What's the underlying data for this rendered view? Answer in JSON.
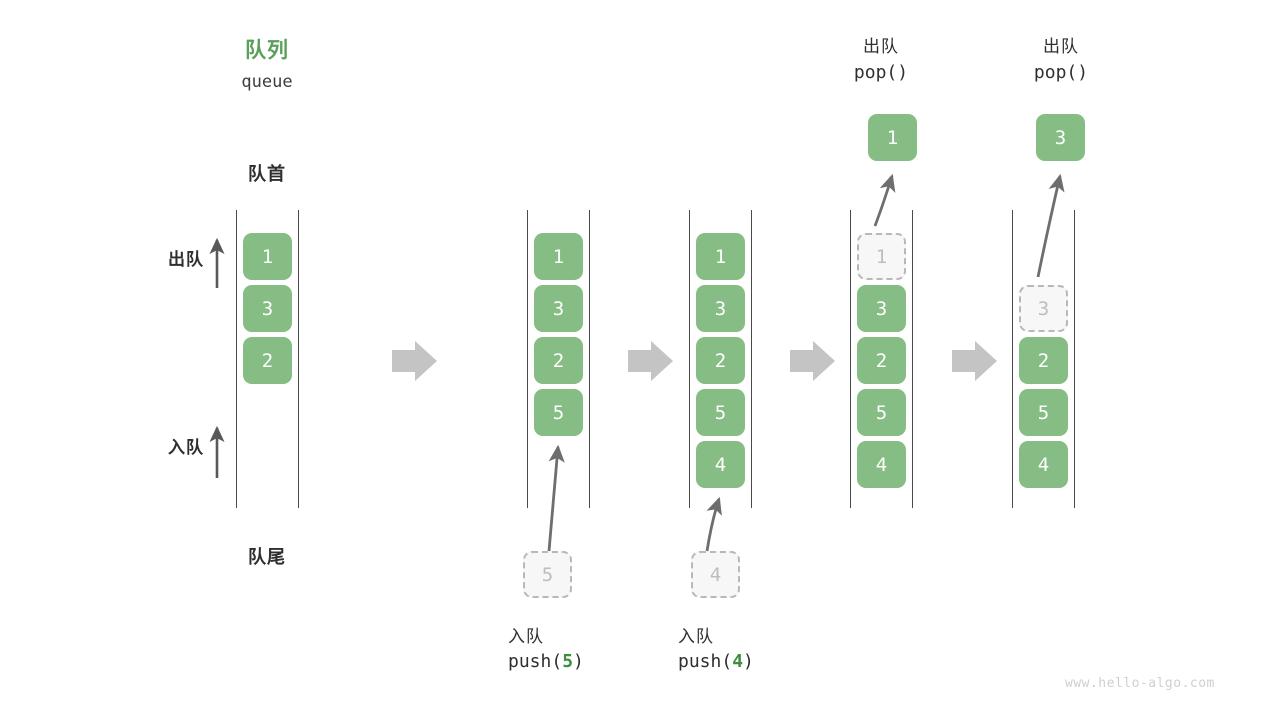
{
  "title": {
    "cn": "队列",
    "en": "queue",
    "color": "#5aa05a"
  },
  "labels": {
    "front": "队首",
    "rear": "队尾",
    "dequeue": "出队",
    "enqueue": "入队"
  },
  "colors": {
    "cell_fill": "#86bd84",
    "cell_text": "#ffffff",
    "ghost_fill": "#f7f7f7",
    "ghost_border": "#b8b8b8",
    "ghost_text": "#bdbdbd",
    "rail": "#4a4a4a",
    "arrow_gray": "#c4c4c4",
    "motion_arrow": "#6e6e6e",
    "accent_green": "#3e8e41",
    "text_dark": "#2f2f2f",
    "watermark": "#cfcfcf"
  },
  "columns": [
    {
      "id": "state-initial",
      "cells": [
        {
          "value": "1",
          "state": "filled"
        },
        {
          "value": "3",
          "state": "filled"
        },
        {
          "value": "2",
          "state": "filled"
        }
      ],
      "top_caption": null,
      "bottom_caption": null,
      "popped_value": null,
      "pushed_value": null
    },
    {
      "id": "state-after-push-5",
      "cells": [
        {
          "value": "1",
          "state": "filled"
        },
        {
          "value": "3",
          "state": "filled"
        },
        {
          "value": "2",
          "state": "filled"
        },
        {
          "value": "5",
          "state": "filled"
        }
      ],
      "top_caption": null,
      "bottom_caption": {
        "line1": "入队",
        "fn": "push(",
        "num": "5",
        "close": ")"
      },
      "pushed_value": "5"
    },
    {
      "id": "state-after-push-4",
      "cells": [
        {
          "value": "1",
          "state": "filled"
        },
        {
          "value": "3",
          "state": "filled"
        },
        {
          "value": "2",
          "state": "filled"
        },
        {
          "value": "5",
          "state": "filled"
        },
        {
          "value": "4",
          "state": "filled"
        }
      ],
      "top_caption": null,
      "bottom_caption": {
        "line1": "入队",
        "fn": "push(",
        "num": "4",
        "close": ")"
      },
      "pushed_value": "4"
    },
    {
      "id": "state-after-pop-1",
      "cells": [
        {
          "value": "1",
          "state": "ghost"
        },
        {
          "value": "3",
          "state": "filled"
        },
        {
          "value": "2",
          "state": "filled"
        },
        {
          "value": "5",
          "state": "filled"
        },
        {
          "value": "4",
          "state": "filled"
        }
      ],
      "top_caption": {
        "line1": "出队",
        "line2": "pop()"
      },
      "bottom_caption": null,
      "popped_value": "1"
    },
    {
      "id": "state-after-pop-3",
      "cells": [
        {
          "value": "",
          "state": "empty"
        },
        {
          "value": "3",
          "state": "ghost"
        },
        {
          "value": "2",
          "state": "filled"
        },
        {
          "value": "5",
          "state": "filled"
        },
        {
          "value": "4",
          "state": "filled"
        }
      ],
      "top_caption": {
        "line1": "出队",
        "line2": "pop()"
      },
      "bottom_caption": null,
      "popped_value": "3"
    }
  ],
  "watermark": "www.hello-algo.com"
}
